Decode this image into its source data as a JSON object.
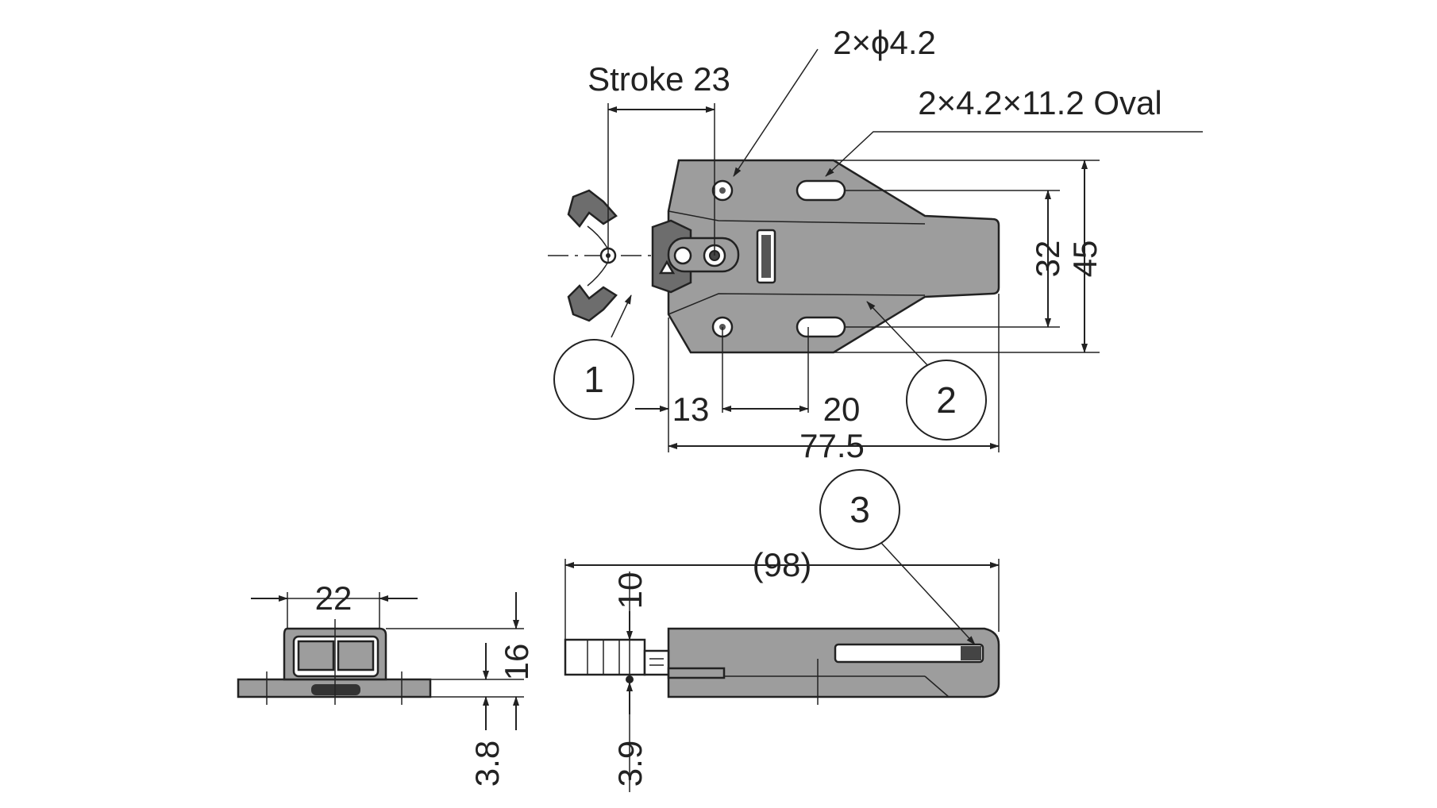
{
  "dimensions": {
    "stroke": "Stroke 23",
    "hole_round": "2×ϕ4.2",
    "hole_oval": "2×4.2×11.2 Oval",
    "dim_32": "32",
    "dim_45": "45",
    "dim_13": "13",
    "dim_20": "20",
    "dim_77_5": "77.5",
    "dim_98": "(98)",
    "dim_10": "10",
    "dim_22": "22",
    "dim_16": "16",
    "dim_3_8": "3.8",
    "dim_3_9": "3.9"
  },
  "callouts": [
    "1",
    "2",
    "3"
  ],
  "colors": {
    "part_fill": "#9d9d9d",
    "line": "#222222"
  }
}
